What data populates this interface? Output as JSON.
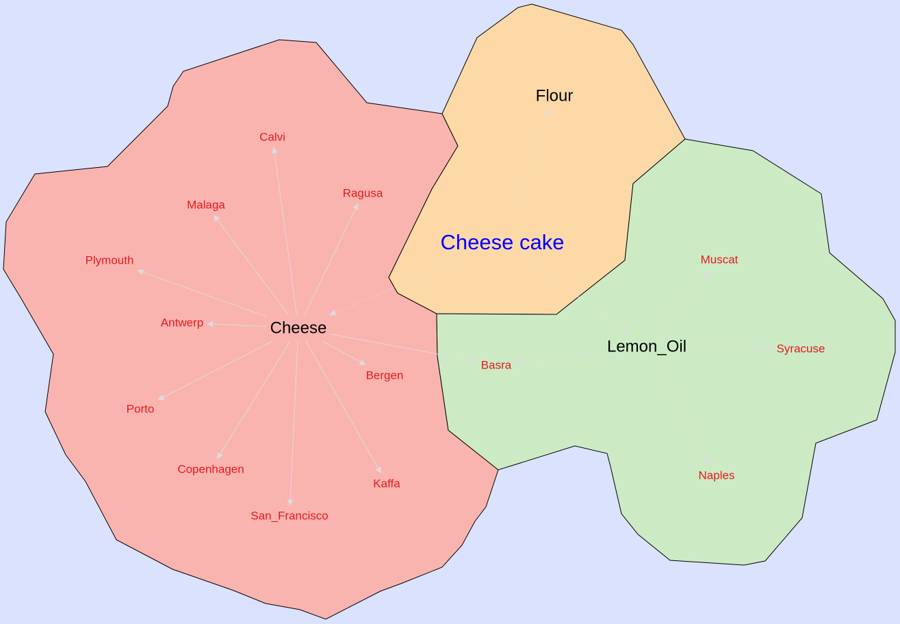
{
  "colors": {
    "background": "#dae2fe",
    "cheese_region": "#fab4b0",
    "flour_region": "#fed9a8",
    "lemon_region": "#ccebc5",
    "city_text": "#e41a1c",
    "center_text": "#0000ff",
    "edge": "#dcdcdc"
  },
  "diagram": {
    "title": "Cheese cake",
    "clusters": [
      {
        "name": "Cheese",
        "cities": [
          "Calvi",
          "Malaga",
          "Ragusa",
          "Plymouth",
          "Antwerp",
          "Porto",
          "Bergen",
          "Copenhagen",
          "San_Francisco",
          "Kaffa"
        ]
      },
      {
        "name": "Flour",
        "cities": []
      },
      {
        "name": "Lemon_Oil",
        "cities": [
          "Muscat",
          "Basra",
          "Syracuse",
          "Naples"
        ]
      }
    ],
    "edges": [
      [
        "Cheese",
        "Calvi"
      ],
      [
        "Cheese",
        "Malaga"
      ],
      [
        "Cheese",
        "Ragusa"
      ],
      [
        "Cheese",
        "Plymouth"
      ],
      [
        "Cheese",
        "Antwerp"
      ],
      [
        "Cheese",
        "Porto"
      ],
      [
        "Cheese",
        "Bergen"
      ],
      [
        "Cheese",
        "Copenhagen"
      ],
      [
        "Cheese",
        "San_Francisco"
      ],
      [
        "Cheese",
        "Kaffa"
      ],
      [
        "Cheese",
        "Basra"
      ],
      [
        "Cheese cake",
        "Cheese"
      ],
      [
        "Cheese cake",
        "Flour"
      ],
      [
        "Cheese cake",
        "Lemon_Oil"
      ],
      [
        "Lemon_Oil",
        "Basra"
      ],
      [
        "Lemon_Oil",
        "Muscat"
      ],
      [
        "Lemon_Oil",
        "Syracuse"
      ],
      [
        "Lemon_Oil",
        "Naples"
      ]
    ]
  }
}
